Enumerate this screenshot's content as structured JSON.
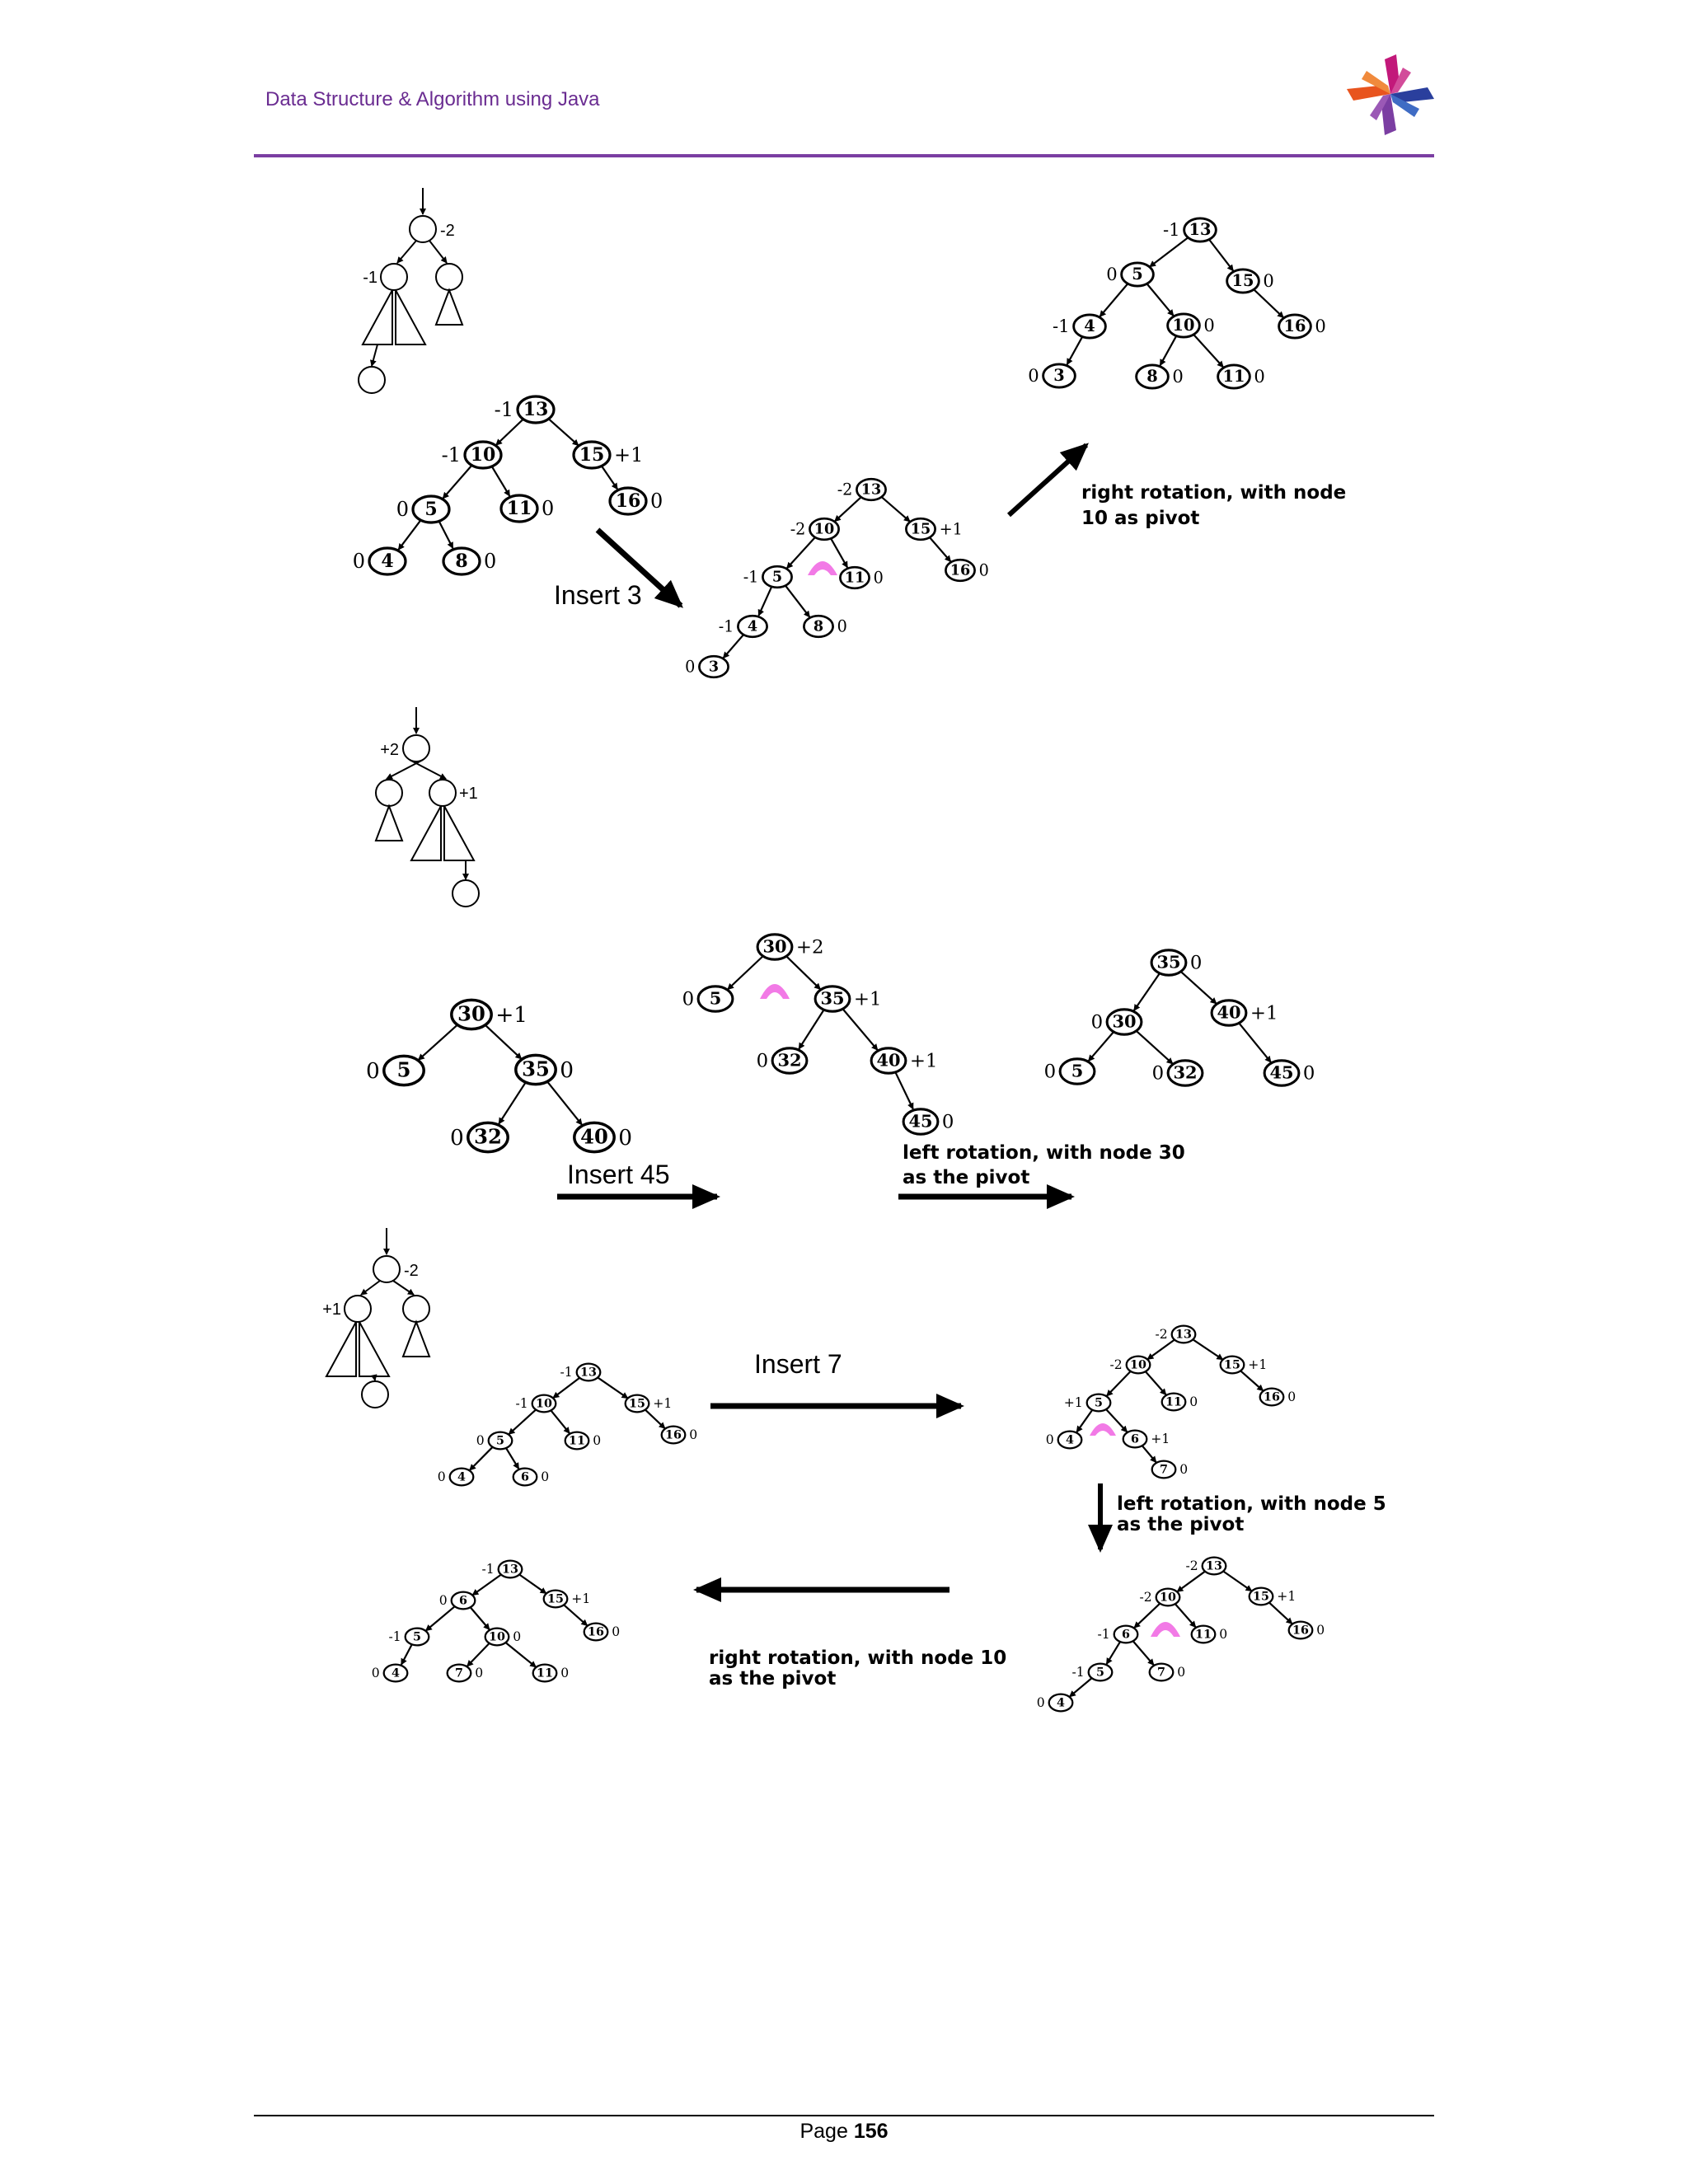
{
  "header": {
    "title": "Data Structure & Algorithm using Java"
  },
  "footer": {
    "page_label": "Page",
    "page_number": "156"
  },
  "labels": {
    "insert3": "Insert 3",
    "insert45": "Insert 45",
    "insert7": "Insert 7",
    "cap_right10_l1": "right rotation, with node",
    "cap_right10_l2": "10 as pivot",
    "cap_left30_l1": "left rotation, with node 30",
    "cap_left30_l2": "as the pivot",
    "cap_left5_l1": "left rotation, with node 5",
    "cap_left5_l2": "as the pivot",
    "cap_right10b_l1": "right rotation, with node 10",
    "cap_right10b_l2": "as the pivot"
  },
  "schematics": [
    {
      "id": "ll-case",
      "root_balance": "-2",
      "child_balance": "-1"
    },
    {
      "id": "rr-case",
      "root_balance": "+2",
      "child_balance": "+1"
    },
    {
      "id": "lr-case",
      "root_balance": "-2",
      "child_balance": "+1"
    }
  ],
  "trees": {
    "t1": {
      "nodes": [
        {
          "k": "13",
          "b": "-1"
        },
        {
          "k": "10",
          "b": "-1"
        },
        {
          "k": "15",
          "b": "+1"
        },
        {
          "k": "5",
          "b": "0"
        },
        {
          "k": "11",
          "b": "0"
        },
        {
          "k": "16",
          "b": "0"
        },
        {
          "k": "4",
          "b": "0"
        },
        {
          "k": "8",
          "b": "0"
        }
      ]
    },
    "t2": {
      "nodes": [
        {
          "k": "13",
          "b": "-2"
        },
        {
          "k": "10",
          "b": "-2"
        },
        {
          "k": "15",
          "b": "+1"
        },
        {
          "k": "5",
          "b": "-1"
        },
        {
          "k": "11",
          "b": "0"
        },
        {
          "k": "16",
          "b": "0"
        },
        {
          "k": "4",
          "b": "-1"
        },
        {
          "k": "8",
          "b": "0"
        },
        {
          "k": "3",
          "b": "0"
        }
      ]
    },
    "t3": {
      "nodes": [
        {
          "k": "13",
          "b": "-1"
        },
        {
          "k": "5",
          "b": "0"
        },
        {
          "k": "15",
          "b": "0"
        },
        {
          "k": "4",
          "b": "-1"
        },
        {
          "k": "10",
          "b": "0"
        },
        {
          "k": "16",
          "b": "0"
        },
        {
          "k": "3",
          "b": "0"
        },
        {
          "k": "8",
          "b": "0"
        },
        {
          "k": "11",
          "b": "0"
        }
      ]
    },
    "t4": {
      "nodes": [
        {
          "k": "30",
          "b": "+1"
        },
        {
          "k": "5",
          "b": "0"
        },
        {
          "k": "35",
          "b": "0"
        },
        {
          "k": "32",
          "b": "0"
        },
        {
          "k": "40",
          "b": "0"
        }
      ]
    },
    "t5": {
      "nodes": [
        {
          "k": "30",
          "b": "+2"
        },
        {
          "k": "5",
          "b": "0"
        },
        {
          "k": "35",
          "b": "+1"
        },
        {
          "k": "32",
          "b": "0"
        },
        {
          "k": "40",
          "b": "+1"
        },
        {
          "k": "45",
          "b": "0"
        }
      ]
    },
    "t6": {
      "nodes": [
        {
          "k": "35",
          "b": "0"
        },
        {
          "k": "30",
          "b": "0"
        },
        {
          "k": "40",
          "b": "+1"
        },
        {
          "k": "5",
          "b": "0"
        },
        {
          "k": "32",
          "b": "0"
        },
        {
          "k": "45",
          "b": "0"
        }
      ]
    },
    "t7": {
      "nodes": [
        {
          "k": "13",
          "b": "-1"
        },
        {
          "k": "10",
          "b": "-1"
        },
        {
          "k": "15",
          "b": "+1"
        },
        {
          "k": "5",
          "b": "0"
        },
        {
          "k": "11",
          "b": "0"
        },
        {
          "k": "16",
          "b": "0"
        },
        {
          "k": "4",
          "b": "0"
        },
        {
          "k": "6",
          "b": "0"
        }
      ]
    },
    "t8": {
      "nodes": [
        {
          "k": "13",
          "b": "-2"
        },
        {
          "k": "10",
          "b": "-2"
        },
        {
          "k": "15",
          "b": "+1"
        },
        {
          "k": "5",
          "b": "+1"
        },
        {
          "k": "11",
          "b": "0"
        },
        {
          "k": "16",
          "b": "0"
        },
        {
          "k": "4",
          "b": "0"
        },
        {
          "k": "6",
          "b": "+1"
        },
        {
          "k": "7",
          "b": "0"
        }
      ]
    },
    "t9": {
      "nodes": [
        {
          "k": "13",
          "b": "-2"
        },
        {
          "k": "10",
          "b": "-2"
        },
        {
          "k": "15",
          "b": "+1"
        },
        {
          "k": "6",
          "b": "-1"
        },
        {
          "k": "11",
          "b": "0"
        },
        {
          "k": "16",
          "b": "0"
        },
        {
          "k": "5",
          "b": "-1"
        },
        {
          "k": "7",
          "b": "0"
        },
        {
          "k": "4",
          "b": "0"
        }
      ]
    },
    "t10": {
      "nodes": [
        {
          "k": "13",
          "b": "-1"
        },
        {
          "k": "6",
          "b": "0"
        },
        {
          "k": "15",
          "b": "+1"
        },
        {
          "k": "5",
          "b": "-1"
        },
        {
          "k": "10",
          "b": "0"
        },
        {
          "k": "16",
          "b": "0"
        },
        {
          "k": "4",
          "b": "0"
        },
        {
          "k": "7",
          "b": "0"
        },
        {
          "k": "11",
          "b": "0"
        }
      ]
    }
  },
  "colors": {
    "header_purple": "#6a2c91",
    "pivot_marker": "#f27ae6"
  }
}
